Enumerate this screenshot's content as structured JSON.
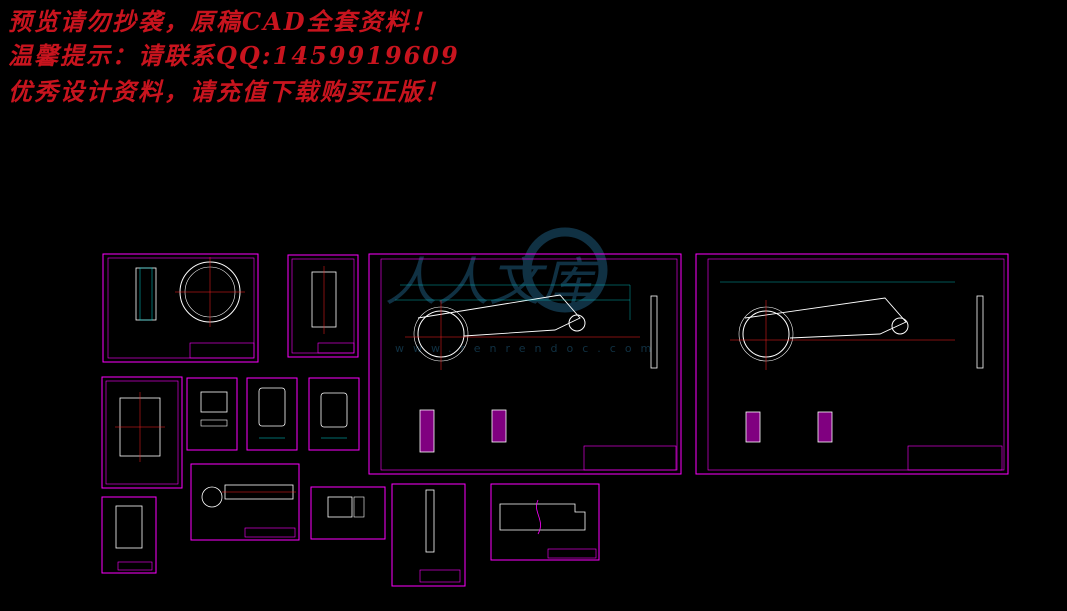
{
  "banner": {
    "line1": "预览请勿抄袭，原稿CAD全套资料！",
    "line2": "温馨提示：请联系QQ:1459919609",
    "line3": "优秀设计资料，请充值下载购买正版！",
    "color": "#c8141e"
  },
  "watermark": {
    "brand": "人人文库",
    "url": "www.renrendoc.com"
  },
  "colors": {
    "background": "#000000",
    "frame": "#ff00ff",
    "outline": "#ffffff",
    "dimension": "#00d7d7",
    "centerline": "#ff2020",
    "hatch": "#ff00ff"
  }
}
